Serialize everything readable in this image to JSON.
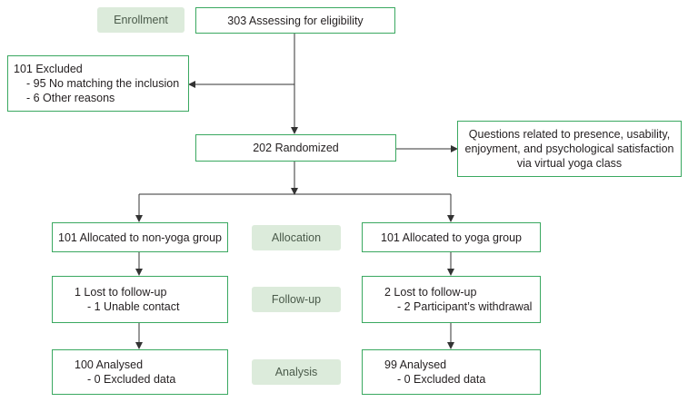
{
  "stages": {
    "enrollment": "Enrollment",
    "allocation": "Allocation",
    "followup": "Follow-up",
    "analysis": "Analysis"
  },
  "boxes": {
    "assessing": "303 Assessing for eligibility",
    "excluded": {
      "title": "101 Excluded",
      "line1": "- 95 No matching the inclusion",
      "line2": "-  6 Other reasons"
    },
    "randomized": "202 Randomized",
    "questions": {
      "line1": "Questions related to presence, usability,",
      "line2": "enjoyment, and psychological satisfaction",
      "line3": "via virtual yoga class"
    },
    "non_yoga": {
      "allocated": "101 Allocated to non-yoga group",
      "lost_title": "1 Lost to follow-up",
      "lost_detail": "- 1 Unable contact",
      "analysed_title": "100 Analysed",
      "analysed_detail": "- 0 Excluded data"
    },
    "yoga": {
      "allocated": "101 Allocated to yoga group",
      "lost_title": "2 Lost to follow-up",
      "lost_detail": "- 2 Participant’s withdrawal",
      "analysed_title": "99 Analysed",
      "analysed_detail": "- 0 Excluded data"
    }
  },
  "colors": {
    "box_border": "#3aa860",
    "stage_fill": "#dcebdb",
    "arrow": "#333333"
  }
}
